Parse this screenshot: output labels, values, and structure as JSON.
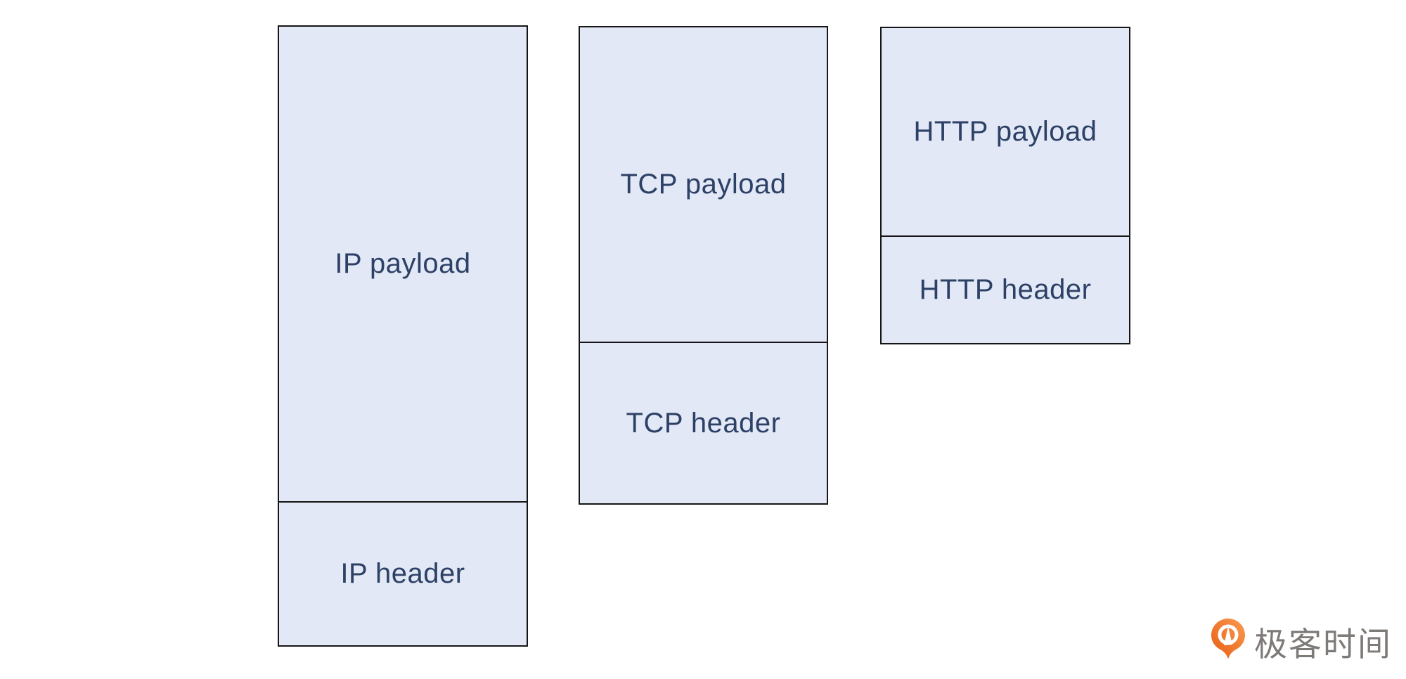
{
  "theme": {
    "box-fill": "#e2e8f6",
    "box-border": "#161616",
    "label-color": "#2d4066",
    "logo-text-color": "#7d7a78",
    "page-bg": "#ffffff",
    "logo-orange-dark": "#e85c12",
    "logo-orange-light": "#f99b50"
  },
  "diagram": {
    "columns": [
      {
        "id": "ip",
        "payload_label": "IP payload",
        "header_label": "IP header"
      },
      {
        "id": "tcp",
        "payload_label": "TCP payload",
        "header_label": "TCP header"
      },
      {
        "id": "http",
        "payload_label": "HTTP payload",
        "header_label": "HTTP header"
      }
    ]
  },
  "branding": {
    "logo_icon": "geektime-pin-icon",
    "logo_text": "极客时间"
  }
}
